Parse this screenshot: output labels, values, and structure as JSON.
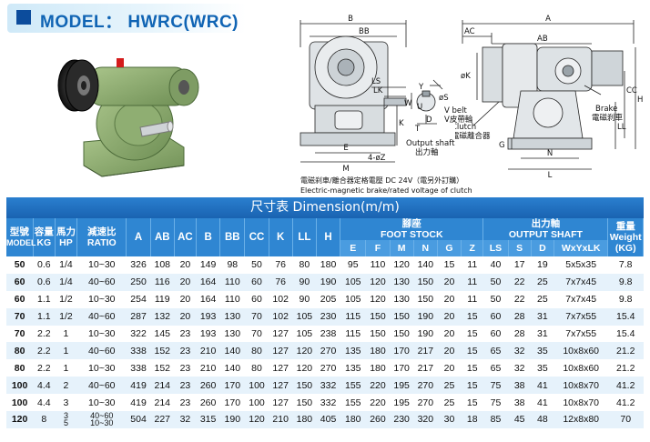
{
  "header": {
    "title": "MODEL： HWRC(WRC)"
  },
  "diagram": {
    "left_labels": [
      "B",
      "BB",
      "LS",
      "LK",
      "Y",
      "øS",
      "W",
      "U",
      "V belt",
      "V皮帶輪",
      "T",
      "D",
      "Output shaft",
      "出力軸",
      "K",
      "E",
      "M",
      "4-øZ"
    ],
    "right_labels": [
      "A",
      "AC",
      "AB",
      "øK",
      "Brake",
      "電磁刹車",
      "Clutch",
      "電磁離合器",
      "CC",
      "H",
      "LL",
      "G",
      "N",
      "L"
    ],
    "note_cn": "電磁刹車/離合器定格電壓 DC 24V（電另外訂購）",
    "note_en": "Electric-magnetic brake/rated voltage of clutch"
  },
  "table": {
    "title": "尺寸表  Dimension(m/m)",
    "headers": {
      "model_cn": "型號",
      "model_en": "MODEL",
      "kg_cn": "容量",
      "kg_en": "KG",
      "hp_cn": "馬力",
      "hp_en": "HP",
      "ratio_cn": "減速比",
      "ratio_en": "RATIO",
      "dims": [
        "A",
        "AB",
        "AC",
        "B",
        "BB",
        "CC",
        "K",
        "LL",
        "H"
      ],
      "foot_cn": "腳座",
      "foot_en": "FOOT STOCK",
      "foot_cols": [
        "E",
        "F",
        "M",
        "N",
        "G",
        "Z"
      ],
      "shaft_cn": "出力軸",
      "shaft_en": "OUTPUT SHAFT",
      "shaft_cols": [
        "LS",
        "S",
        "D",
        "WxYxLK"
      ],
      "weight_cn": "重量",
      "weight_en": "Weight",
      "weight_unit": "(KG)"
    },
    "rows": [
      [
        "50",
        "0.6",
        "1/4",
        "10~30",
        "326",
        "108",
        "20",
        "149",
        "98",
        "50",
        "76",
        "80",
        "180",
        "95",
        "110",
        "120",
        "140",
        "15",
        "11",
        "40",
        "17",
        "19",
        "5x5x35",
        "7.8"
      ],
      [
        "60",
        "0.6",
        "1/4",
        "40~60",
        "250",
        "116",
        "20",
        "164",
        "110",
        "60",
        "76",
        "90",
        "190",
        "105",
        "120",
        "130",
        "150",
        "20",
        "11",
        "50",
        "22",
        "25",
        "7x7x45",
        "9.8"
      ],
      [
        "60",
        "1.1",
        "1/2",
        "10~30",
        "254",
        "119",
        "20",
        "164",
        "110",
        "60",
        "102",
        "90",
        "205",
        "105",
        "120",
        "130",
        "150",
        "20",
        "11",
        "50",
        "22",
        "25",
        "7x7x45",
        "9.8"
      ],
      [
        "70",
        "1.1",
        "1/2",
        "40~60",
        "287",
        "132",
        "20",
        "193",
        "130",
        "70",
        "102",
        "105",
        "230",
        "115",
        "150",
        "150",
        "190",
        "20",
        "15",
        "60",
        "28",
        "31",
        "7x7x55",
        "15.4"
      ],
      [
        "70",
        "2.2",
        "1",
        "10~30",
        "322",
        "145",
        "23",
        "193",
        "130",
        "70",
        "127",
        "105",
        "238",
        "115",
        "150",
        "150",
        "190",
        "20",
        "15",
        "60",
        "28",
        "31",
        "7x7x55",
        "15.4"
      ],
      [
        "80",
        "2.2",
        "1",
        "40~60",
        "338",
        "152",
        "23",
        "210",
        "140",
        "80",
        "127",
        "120",
        "270",
        "135",
        "180",
        "170",
        "217",
        "20",
        "15",
        "65",
        "32",
        "35",
        "10x8x60",
        "21.2"
      ],
      [
        "80",
        "2.2",
        "1",
        "10~30",
        "338",
        "152",
        "23",
        "210",
        "140",
        "80",
        "127",
        "120",
        "270",
        "135",
        "180",
        "170",
        "217",
        "20",
        "15",
        "65",
        "32",
        "35",
        "10x8x60",
        "21.2"
      ],
      [
        "100",
        "4.4",
        "2",
        "40~60",
        "419",
        "214",
        "23",
        "260",
        "170",
        "100",
        "127",
        "150",
        "332",
        "155",
        "220",
        "195",
        "270",
        "25",
        "15",
        "75",
        "38",
        "41",
        "10x8x70",
        "41.2"
      ],
      [
        "100",
        "4.4",
        "3",
        "10~30",
        "419",
        "214",
        "23",
        "260",
        "170",
        "100",
        "127",
        "150",
        "332",
        "155",
        "220",
        "195",
        "270",
        "25",
        "15",
        "75",
        "38",
        "41",
        "10x8x70",
        "41.2"
      ],
      [
        "120",
        "8",
        "3|5",
        "40~60|10~30",
        "504",
        "227",
        "32",
        "315",
        "190",
        "120",
        "210",
        "180",
        "405",
        "180",
        "260",
        "230",
        "320",
        "30",
        "18",
        "85",
        "45",
        "48",
        "12x8x80",
        "70"
      ]
    ]
  }
}
